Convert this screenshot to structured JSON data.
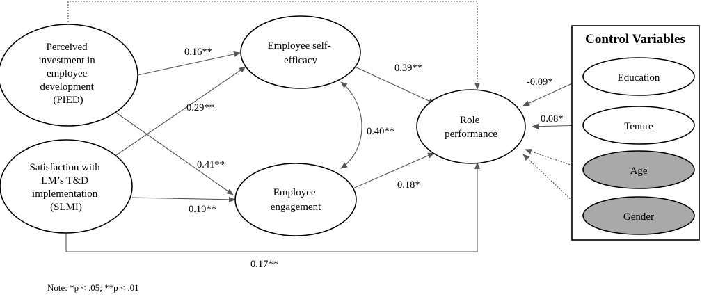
{
  "nodes": {
    "pied": [
      "Perceived",
      "investment in",
      "employee",
      "development",
      "(PIED)"
    ],
    "slmi": [
      "Satisfaction with",
      "LM’s T&D",
      "implementation",
      "(SLMI)"
    ],
    "self_efficacy": [
      "Employee self-",
      "efficacy"
    ],
    "engagement": [
      "Employee",
      "engagement"
    ],
    "role_performance": [
      "Role",
      "performance"
    ],
    "education": "Education",
    "tenure": "Tenure",
    "age": "Age",
    "gender": "Gender"
  },
  "control_box_title": "Control Variables",
  "paths": {
    "pied_to_self_efficacy": "0.16**",
    "slmi_to_self_efficacy": "0.29**",
    "pied_to_engagement": "0.41**",
    "slmi_to_engagement": "0.19**",
    "self_efficacy_to_role": "0.39**",
    "engagement_to_role": "0.18*",
    "self_efficacy_engagement_corr": "0.40**",
    "slmi_to_role": "0.17**",
    "education_to_role": "-0.09*",
    "tenure_to_role": "0.08*"
  },
  "colors": {
    "line": "#555555",
    "outline": "#000000",
    "shaded_node": "#a9a9a9"
  },
  "note": "Note: *p < .05; **p < .01"
}
